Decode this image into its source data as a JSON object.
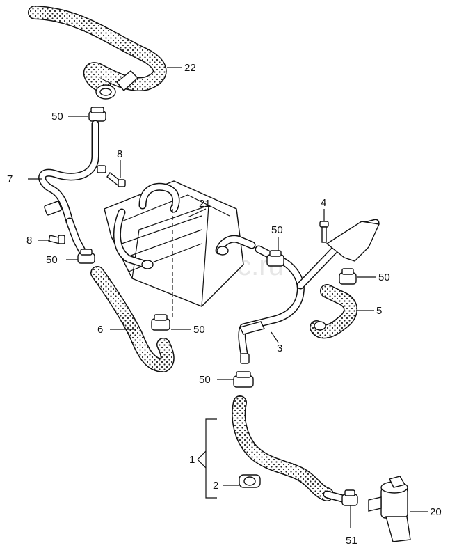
{
  "watermark": "vag-tec.ru",
  "callouts": {
    "p22": "22",
    "p50_top": "50",
    "p8_a": "8",
    "p7": "7",
    "p21": "21",
    "p4": "4",
    "p50_mid": "50",
    "p8_b": "8",
    "p50_left": "50",
    "p50_right": "50",
    "p5": "5",
    "p6": "6",
    "p50_center": "50",
    "p3": "3",
    "p50_low": "50",
    "p1": "1",
    "p2": "2",
    "p20": "20",
    "p51": "51"
  },
  "colors": {
    "ink": "#111111",
    "hose_fill": "#ffffff",
    "dots": "#222222",
    "watermark": "#e6e6e6"
  }
}
